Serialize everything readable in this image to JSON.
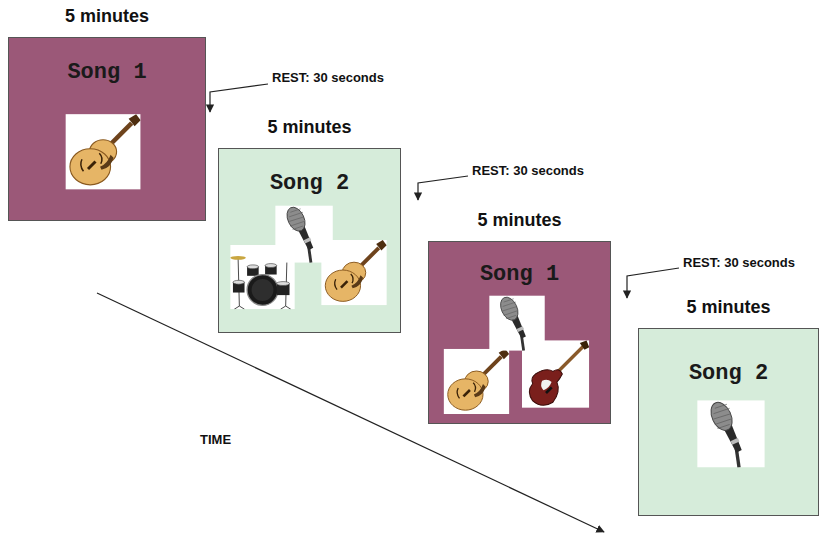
{
  "diagram": {
    "nodes": [
      {
        "text": [
          "5 minutes",
          "Song 1"
        ]
      },
      {
        "text": [
          "5 minutes",
          "Song 2"
        ]
      },
      {
        "text": [
          "5 minutes",
          "Song 1"
        ]
      },
      {
        "text": [
          "5 minutes",
          "Song 2"
        ]
      }
    ],
    "labels": [
      "REST: 30 seconds",
      "REST: 30 seconds",
      "REST: 30 seconds",
      "TIME"
    ]
  }
}
